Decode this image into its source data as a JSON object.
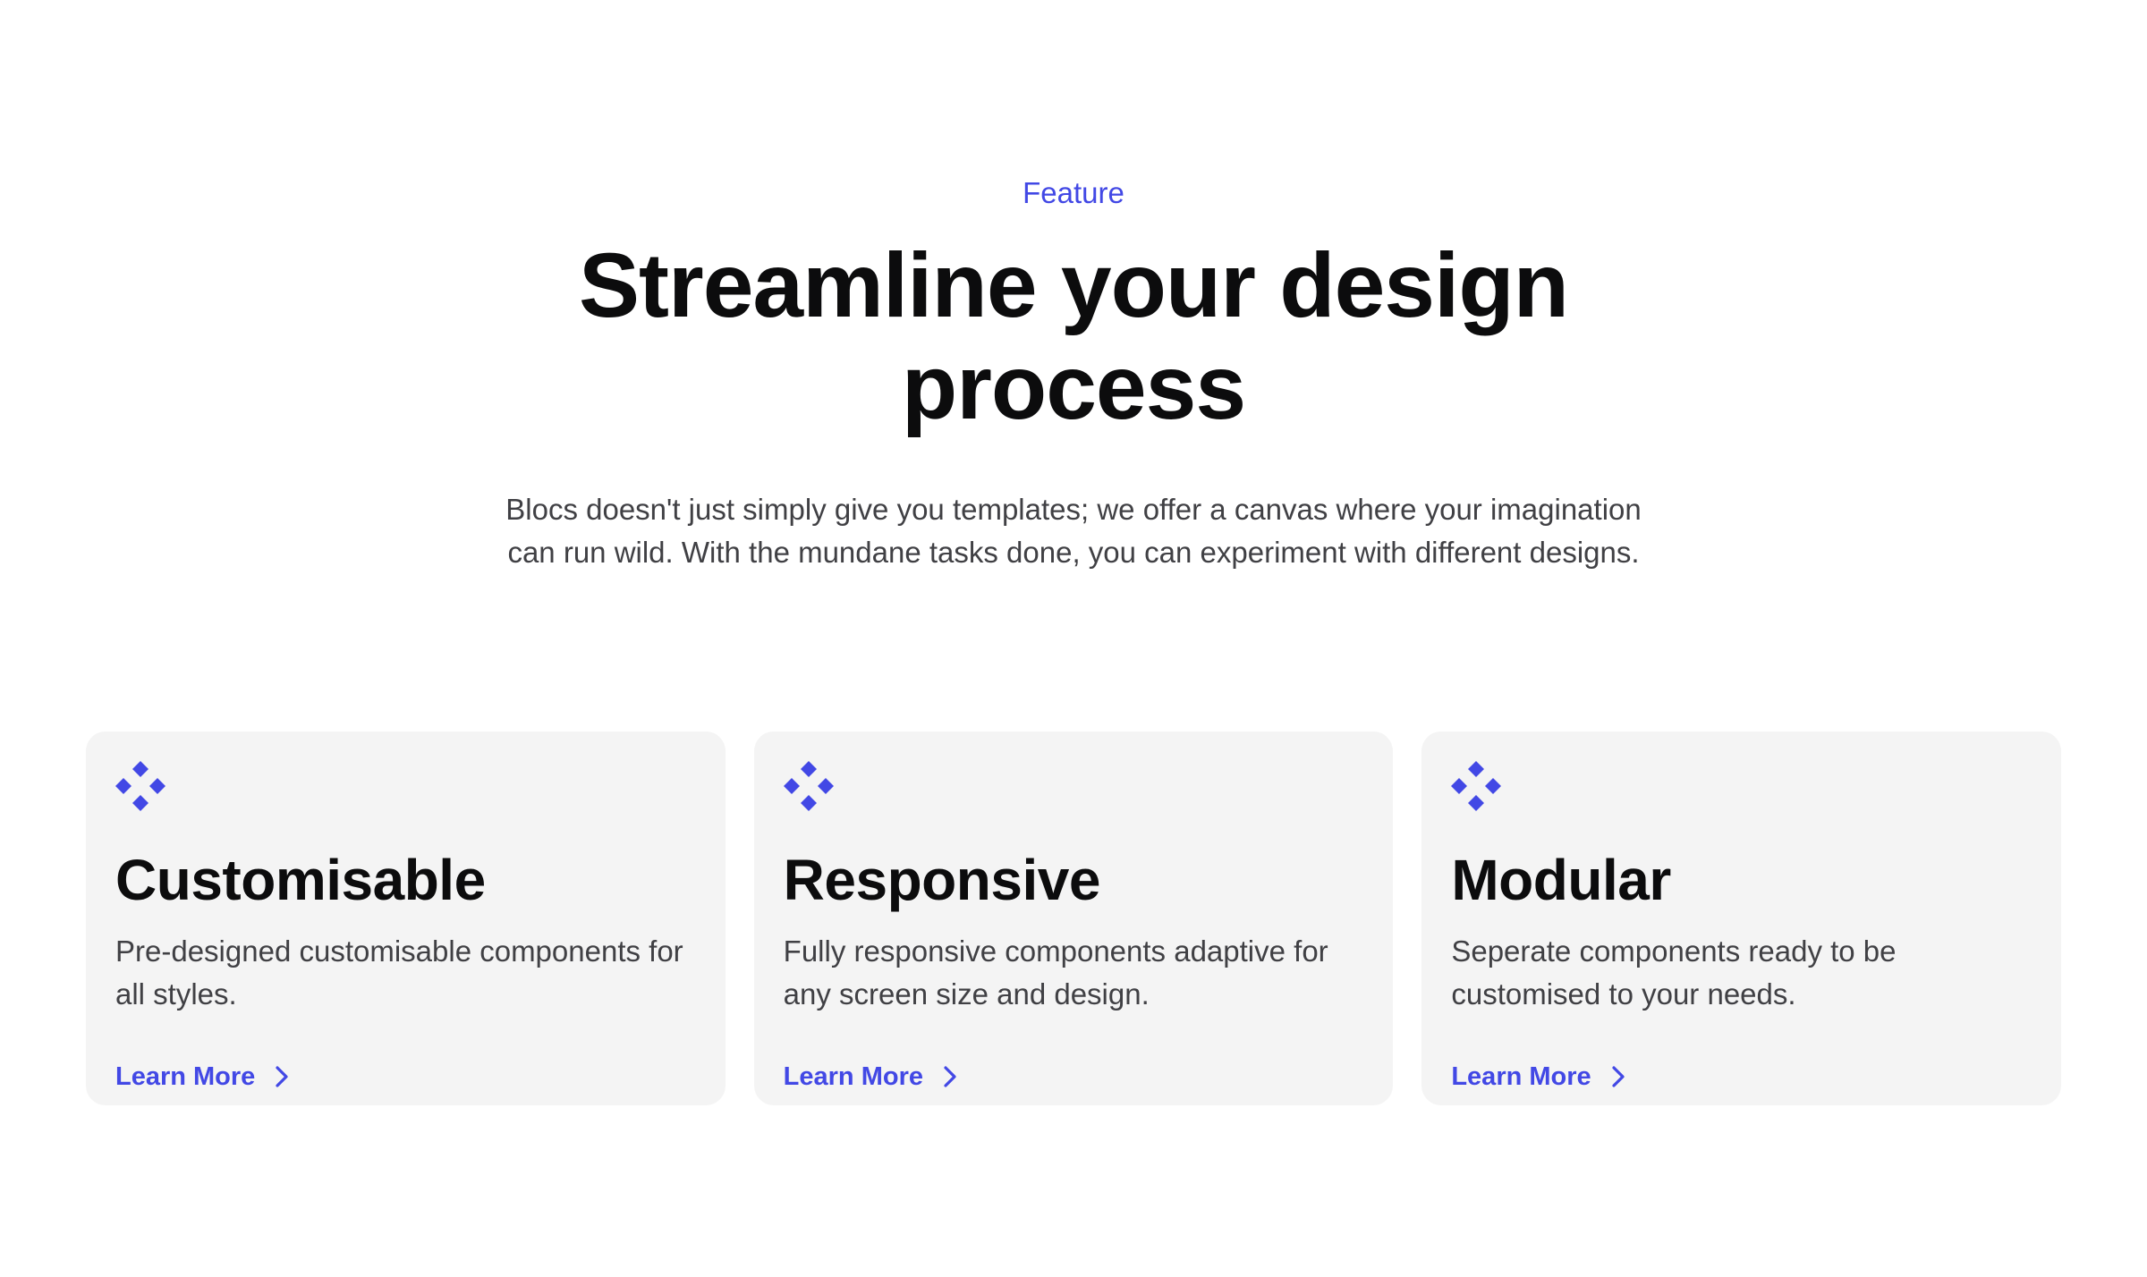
{
  "colors": {
    "accent": "#4248e5",
    "card_background": "#f4f4f4",
    "heading": "#0c0c0d",
    "body_text": "#404044"
  },
  "hero": {
    "eyebrow": "Feature",
    "title_line1": "Streamline your design",
    "title_line2": "process",
    "description": "Blocs doesn't just simply give you templates; we offer a canvas where your imagination can run wild. With the mundane tasks done, you can experiment with different designs."
  },
  "cards": [
    {
      "icon": "component-diamond-icon",
      "title": "Customisable",
      "description": "Pre-designed customisable components for all styles.",
      "link_label": "Learn More",
      "link_icon": "chevron-right-icon"
    },
    {
      "icon": "component-diamond-icon",
      "title": "Responsive",
      "description": "Fully responsive components adaptive for any screen size and design.",
      "link_label": "Learn More",
      "link_icon": "chevron-right-icon"
    },
    {
      "icon": "component-diamond-icon",
      "title": "Modular",
      "description": "Seperate components ready to be customised to your needs.",
      "link_label": "Learn More",
      "link_icon": "chevron-right-icon"
    }
  ]
}
